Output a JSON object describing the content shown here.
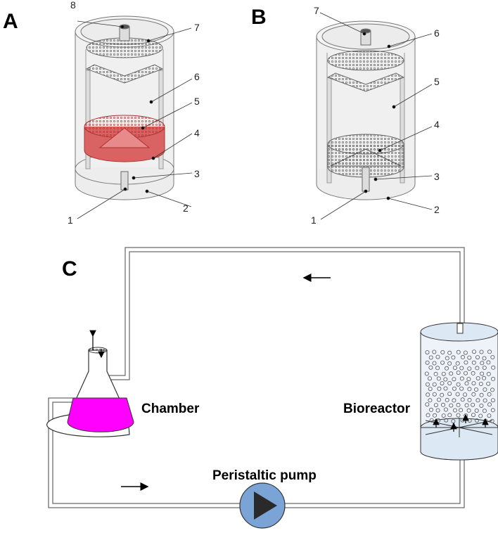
{
  "panels": {
    "a": {
      "letter": "A",
      "callouts": [
        "1",
        "2",
        "3",
        "4",
        "5",
        "6",
        "7",
        "8"
      ]
    },
    "b": {
      "letter": "B",
      "callouts": [
        "1",
        "2",
        "3",
        "4",
        "5",
        "6",
        "7"
      ]
    },
    "c": {
      "letter": "C",
      "labels": {
        "chamber": "Chamber",
        "bioreactor": "Bioreactor",
        "pump": "Peristaltic pump"
      }
    }
  },
  "colors": {
    "media": "#ff00ff",
    "pump": "#7aa3d6",
    "insert": "#e06666",
    "glass": "#e6e6e6",
    "reactor_fill": "#dde8f5"
  },
  "icons": [
    "play-triangle-icon",
    "flow-arrow-icon"
  ]
}
